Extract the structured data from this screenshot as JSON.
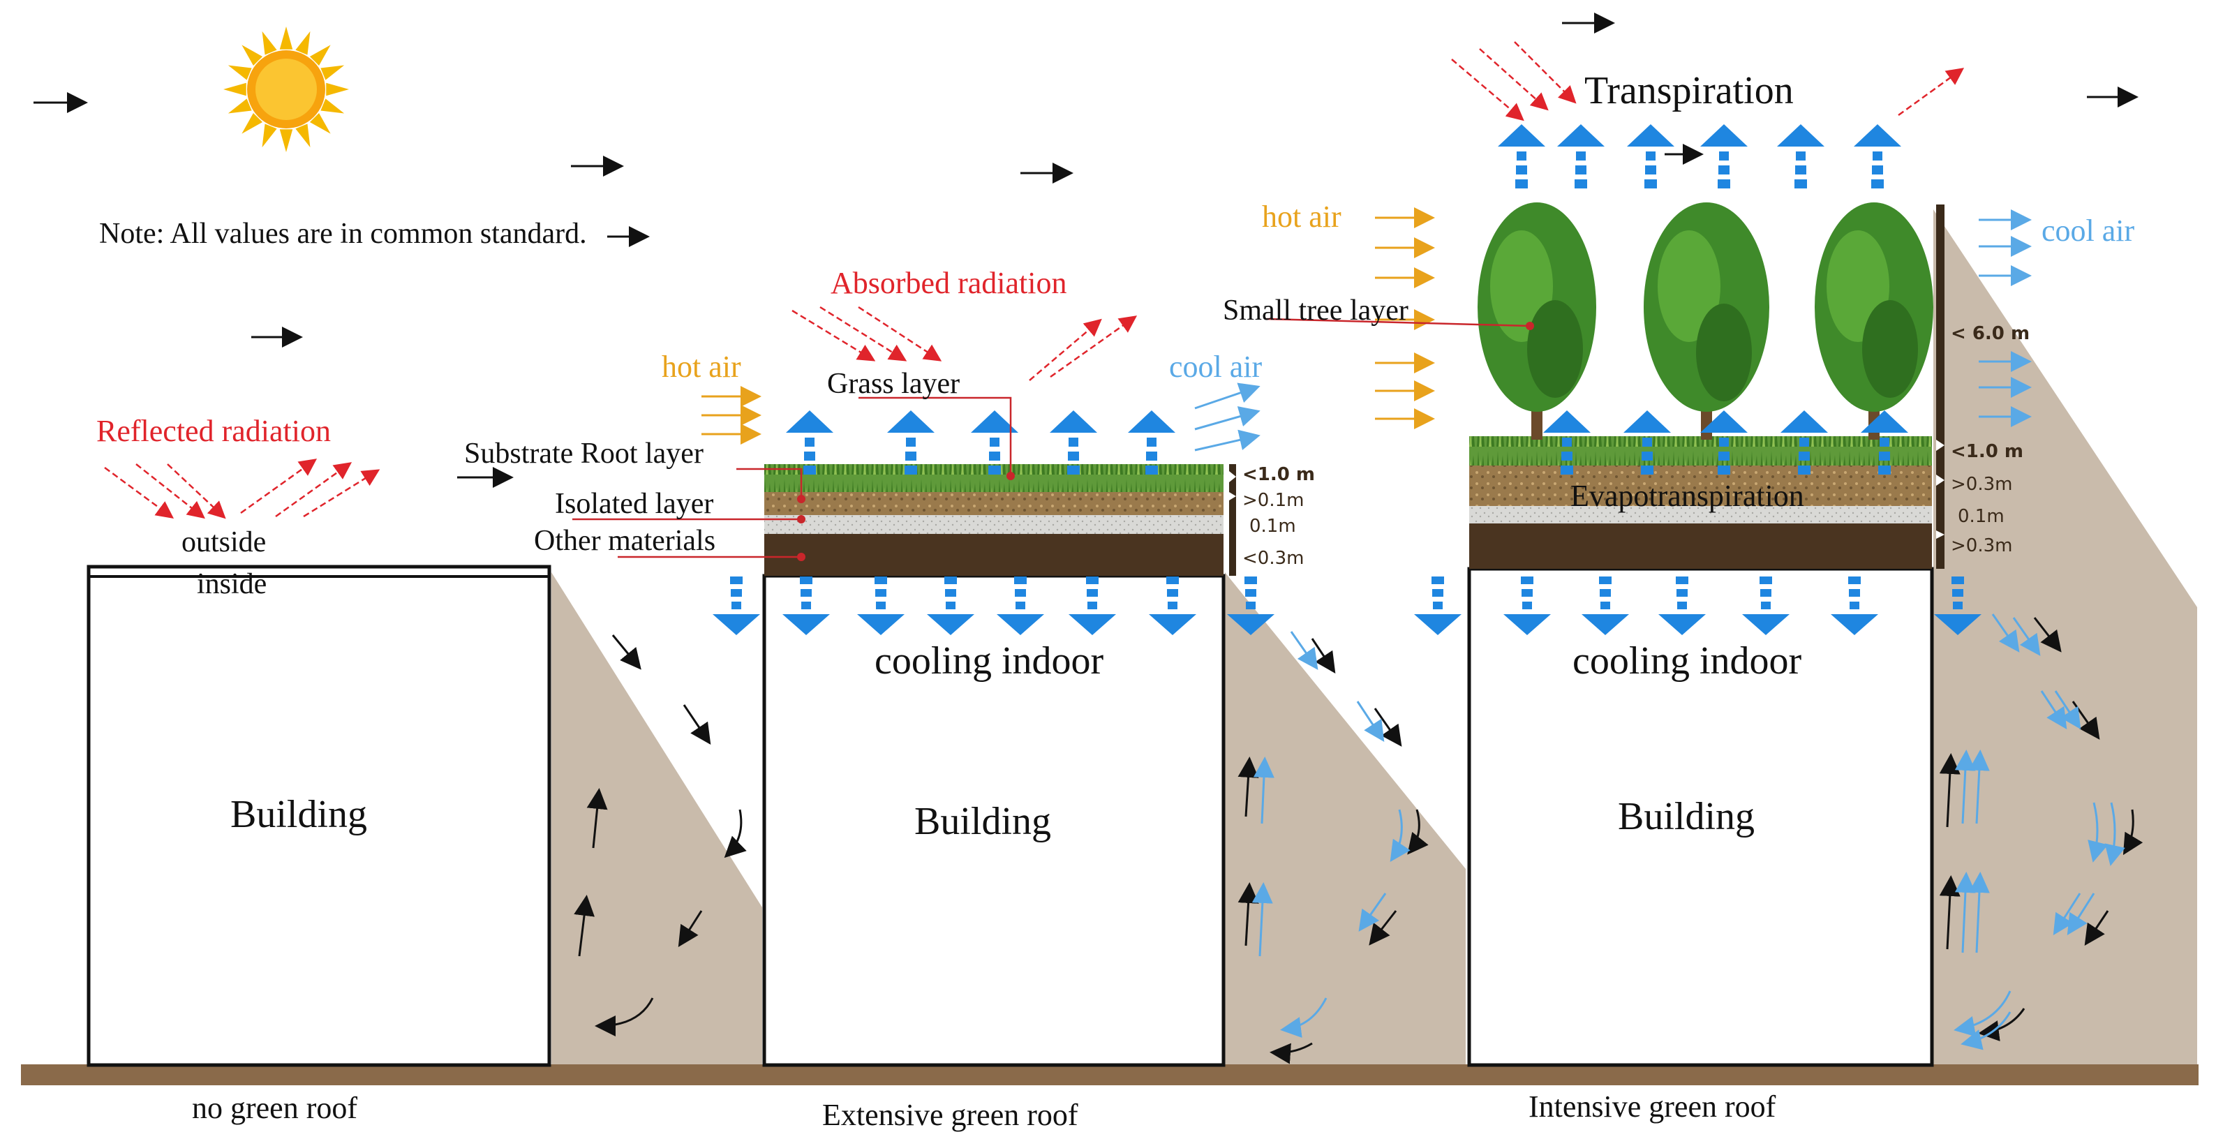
{
  "note": "Note: All values are in common standard.",
  "colors": {
    "red": "#e0242b",
    "orange": "#e8a21c",
    "light_blue": "#5aa9e6",
    "blue": "#1f86e0",
    "shade": "#c9bbab",
    "ground": "#8a6a4a",
    "soil": "#4a3420"
  },
  "left": {
    "reflected": "Reflected radiation",
    "outside": "outside",
    "inside": "inside",
    "building": "Building",
    "caption": "no green roof"
  },
  "middle": {
    "absorbed": "Absorbed radiation",
    "hot_air": "hot air",
    "cool_air": "cool air",
    "grass": "Grass layer",
    "substrate": "Substrate Root layer",
    "isolated": "Isolated layer",
    "other": "Other materials",
    "m1": "<1.0 m",
    "m2": ">0.1m",
    "m3": "0.1m",
    "m4": "<0.3m",
    "cooling": "cooling indoor",
    "building": "Building",
    "caption": "Extensive green roof"
  },
  "right": {
    "transpiration": "Transpiration",
    "hot_air": "hot air",
    "cool_air": "cool air",
    "tree": "Small tree layer",
    "m0": "< 6.0 m",
    "m1": "<1.0 m",
    "m2": ">0.3m",
    "m3": "0.1m",
    "m4": ">0.3m",
    "evapo": "Evapotranspiration",
    "cooling": "cooling indoor",
    "building": "Building",
    "caption": "Intensive green roof"
  }
}
